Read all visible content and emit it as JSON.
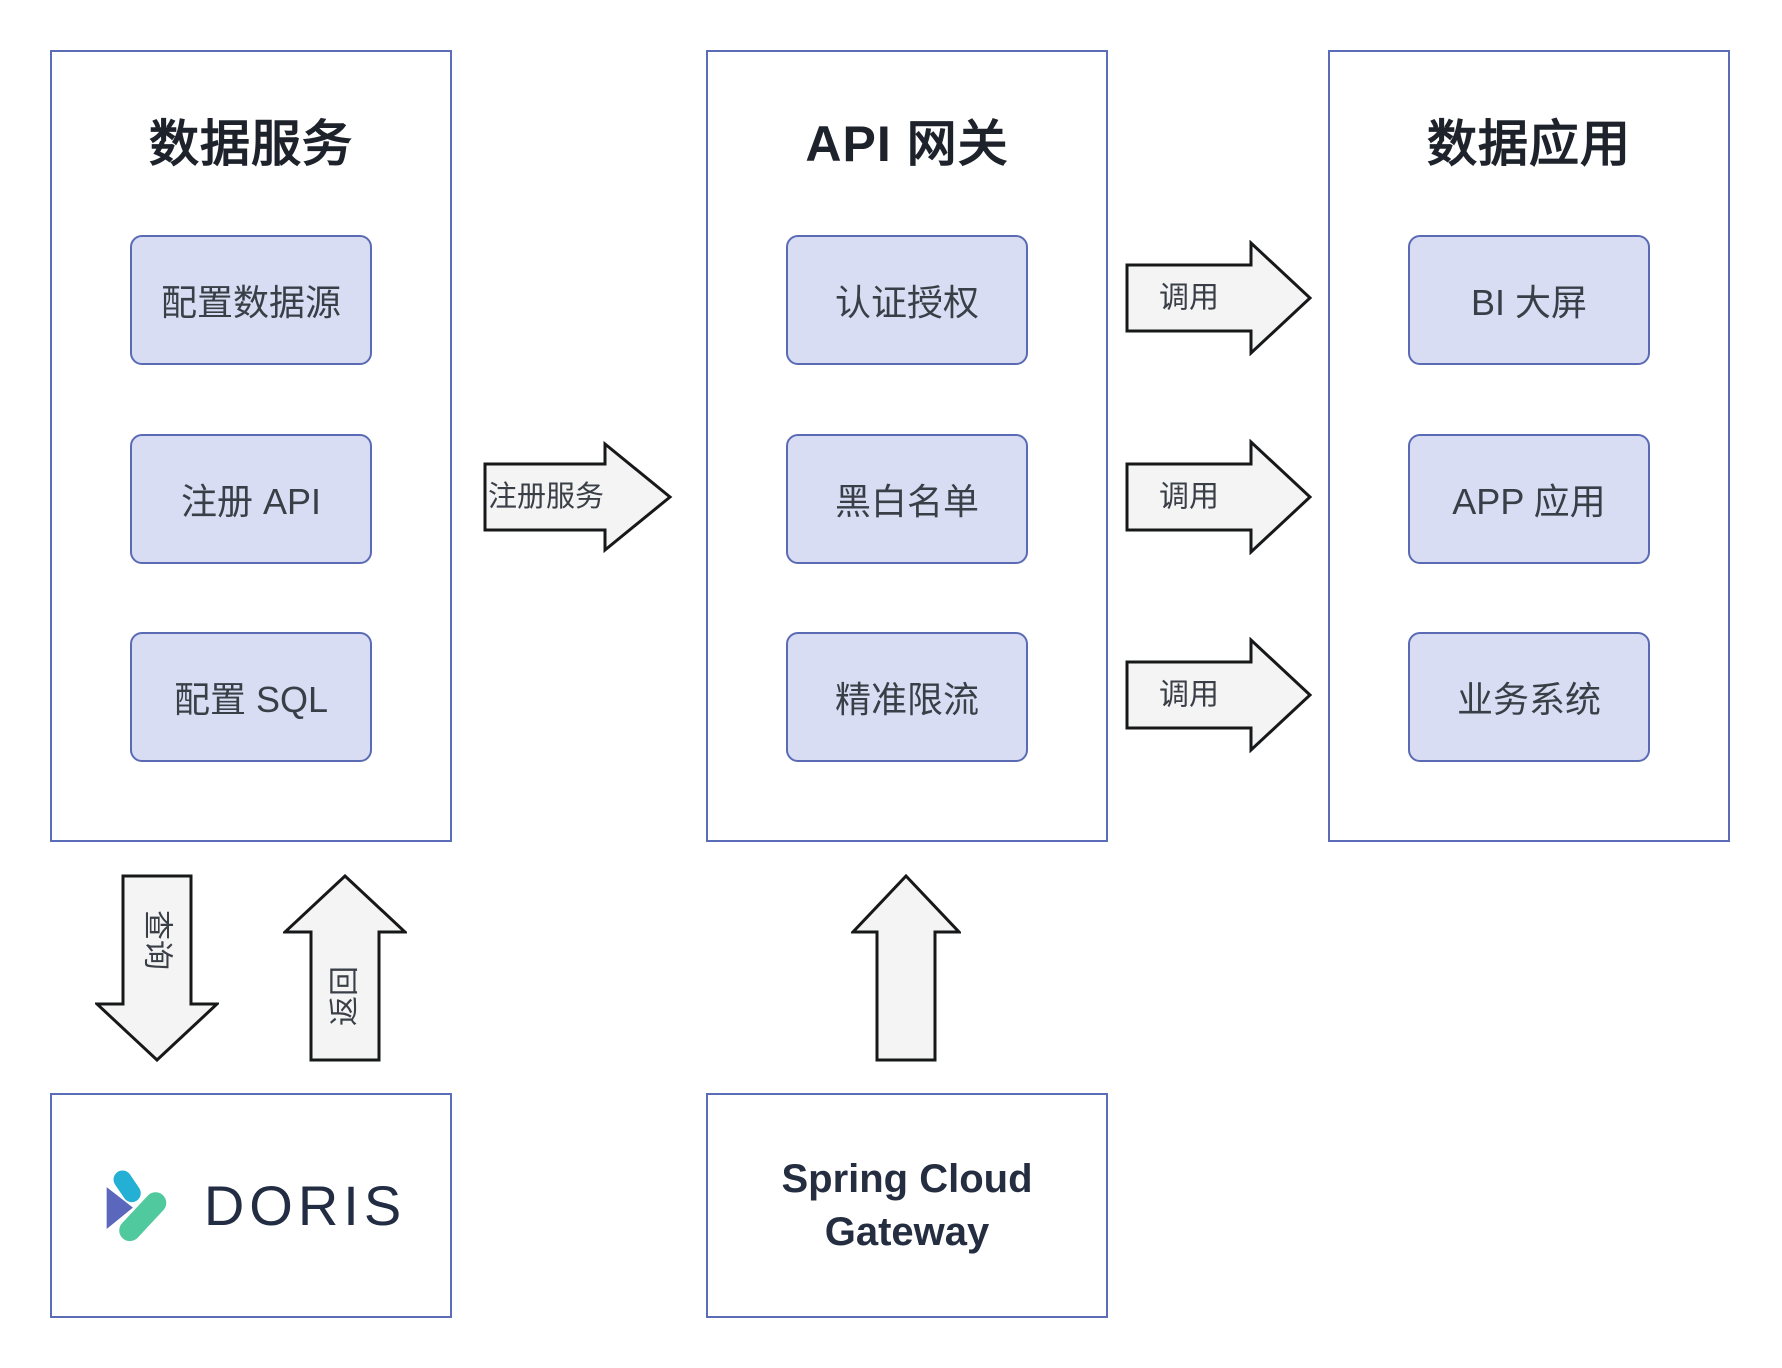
{
  "columns": [
    {
      "title": "数据服务",
      "boxes": [
        "配置数据源",
        "注册 API",
        "配置 SQL"
      ]
    },
    {
      "title": "API 网关",
      "boxes": [
        "认证授权",
        "黑白名单",
        "精准限流"
      ]
    },
    {
      "title": "数据应用",
      "boxes": [
        "BI 大屏",
        "APP 应用",
        "业务系统"
      ]
    }
  ],
  "arrows": {
    "register": "注册服务",
    "call": "调用",
    "query": "查询",
    "back": "返回"
  },
  "bottom": {
    "doris": "DORIS",
    "gateway": "Spring Cloud Gateway"
  },
  "colors": {
    "container-border": "#5b6cb8",
    "box-fill": "#d8ddf3",
    "box-border": "#5a6ab4",
    "arrow-fill": "#f4f4f4",
    "arrow-stroke": "#17181a",
    "title-color": "#1d222b",
    "box-text": "#3a3f47",
    "arrow-text": "#3a3f47",
    "doris-cyan": "#24b0d4",
    "doris-purple": "#5b67bd",
    "doris-green": "#50c99e",
    "doris-text": "#222c42",
    "gateway-text": "#242e40"
  }
}
